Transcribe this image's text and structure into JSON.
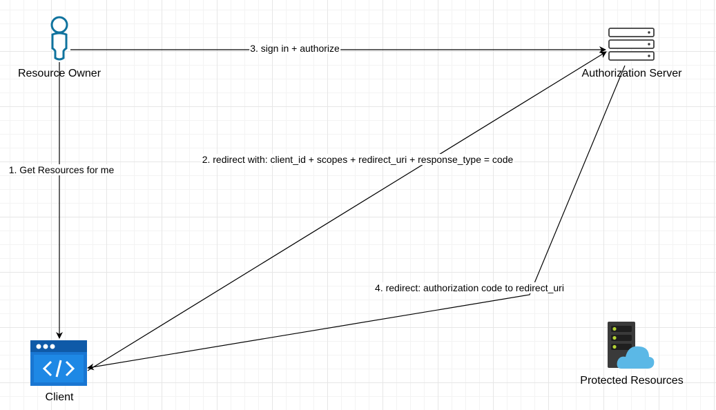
{
  "nodes": {
    "resource_owner": {
      "label": "Resource Owner",
      "icon": "user-icon"
    },
    "authorization_server": {
      "label": "Authorization Server",
      "icon": "server-rack-icon"
    },
    "client": {
      "label": "Client",
      "icon": "code-window-icon"
    },
    "protected_resources": {
      "label": "Protected Resources",
      "icon": "cloud-server-icon"
    }
  },
  "edges": [
    {
      "from": "resource_owner",
      "to": "client",
      "label": "1. Get Resources for me"
    },
    {
      "from": "client",
      "to": "authorization_server",
      "label": "2. redirect with: client_id + scopes + redirect_uri + response_type = code"
    },
    {
      "from": "resource_owner",
      "to": "authorization_server",
      "label": "3. sign in + authorize"
    },
    {
      "from": "authorization_server",
      "to": "client",
      "label": "4. redirect: authorization code to redirect_uri"
    }
  ],
  "colors": {
    "user_stroke": "#10739e",
    "client_blue": "#1976d2",
    "client_dark": "#0f5aa8",
    "cloud_blue": "#5bb8e6",
    "server_dark": "#3a3a3a",
    "led_green": "#b4d334"
  }
}
